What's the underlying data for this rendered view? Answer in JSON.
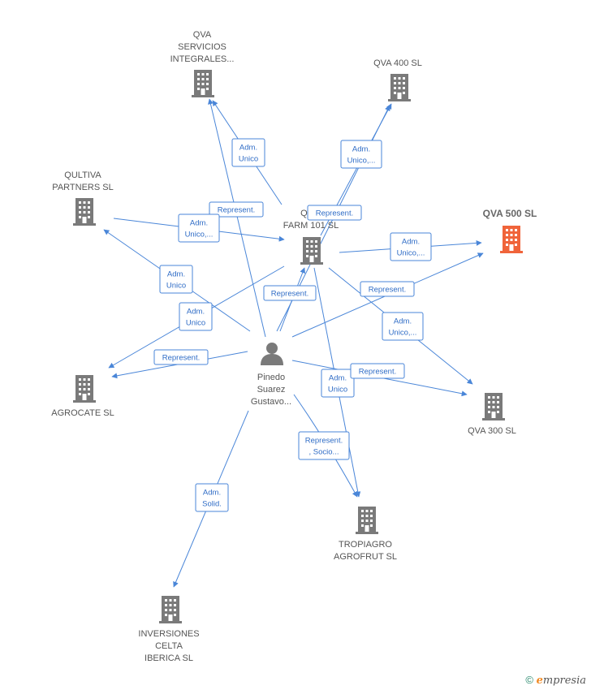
{
  "colors": {
    "edge": "#4a86d8",
    "building": "#7a7a7a",
    "highlight": "#f0643a",
    "person": "#7a7a7a"
  },
  "nodes": [
    {
      "id": "qva_servicios",
      "type": "company",
      "lines": [
        "QVA",
        "SERVICIOS",
        "INTEGRALES..."
      ],
      "highlight": false
    },
    {
      "id": "qva_400",
      "type": "company",
      "lines": [
        "QVA 400  SL"
      ],
      "highlight": false
    },
    {
      "id": "qultiva_partners",
      "type": "company",
      "lines": [
        "QULTIVA",
        "PARTNERS  SL"
      ],
      "highlight": false
    },
    {
      "id": "qu_farm_101",
      "type": "company",
      "lines": [
        "QU...",
        "FARM 101  SL"
      ],
      "highlight": false
    },
    {
      "id": "qva_500",
      "type": "company",
      "lines": [
        "QVA 500  SL"
      ],
      "highlight": true
    },
    {
      "id": "agrocate",
      "type": "company",
      "lines": [
        "AGROCATE  SL"
      ],
      "highlight": false
    },
    {
      "id": "pinedo",
      "type": "person",
      "lines": [
        "Pinedo",
        "Suarez",
        "Gustavo..."
      ],
      "highlight": false
    },
    {
      "id": "qva_300",
      "type": "company",
      "lines": [
        "QVA 300  SL"
      ],
      "highlight": false
    },
    {
      "id": "tropiagro",
      "type": "company",
      "lines": [
        "TROPIAGRO",
        "AGROFRUT  SL"
      ],
      "highlight": false
    },
    {
      "id": "inversiones",
      "type": "company",
      "lines": [
        "INVERSIONES",
        "CELTA",
        "IBERICA  SL"
      ],
      "highlight": false
    }
  ],
  "edge_labels": [
    {
      "id": "adm_unico_servicios",
      "lines": [
        "Adm.",
        "Unico"
      ]
    },
    {
      "id": "represent_servicios",
      "lines": [
        "Represent."
      ]
    },
    {
      "id": "adm_unico_qva400",
      "lines": [
        "Adm.",
        "Unico,..."
      ]
    },
    {
      "id": "represent_qu",
      "lines": [
        "Represent."
      ]
    },
    {
      "id": "adm_unico_qultiva_farm",
      "lines": [
        "Adm.",
        "Unico,..."
      ]
    },
    {
      "id": "adm_unico_qva500",
      "lines": [
        "Adm.",
        "Unico,..."
      ]
    },
    {
      "id": "adm_unico_qultiva",
      "lines": [
        "Adm.",
        "Unico"
      ]
    },
    {
      "id": "represent_farm_person",
      "lines": [
        "Represent."
      ]
    },
    {
      "id": "represent_qva500",
      "lines": [
        "Represent."
      ]
    },
    {
      "id": "adm_unico_agrocate",
      "lines": [
        "Adm.",
        "Unico"
      ]
    },
    {
      "id": "adm_unico_qva300",
      "lines": [
        "Adm.",
        "Unico,..."
      ]
    },
    {
      "id": "represent_agrocate",
      "lines": [
        "Represent."
      ]
    },
    {
      "id": "adm_unico_tropiagro",
      "lines": [
        "Adm.",
        "Unico"
      ]
    },
    {
      "id": "represent_qva300",
      "lines": [
        "Represent."
      ]
    },
    {
      "id": "represent_socio_tropiagro",
      "lines": [
        "Represent.",
        ", Socio..."
      ]
    },
    {
      "id": "adm_solid_inversiones",
      "lines": [
        "Adm.",
        "Solid."
      ]
    }
  ],
  "footer": {
    "copyright": "©",
    "brand_first": "e",
    "brand_rest": "mpresia"
  }
}
